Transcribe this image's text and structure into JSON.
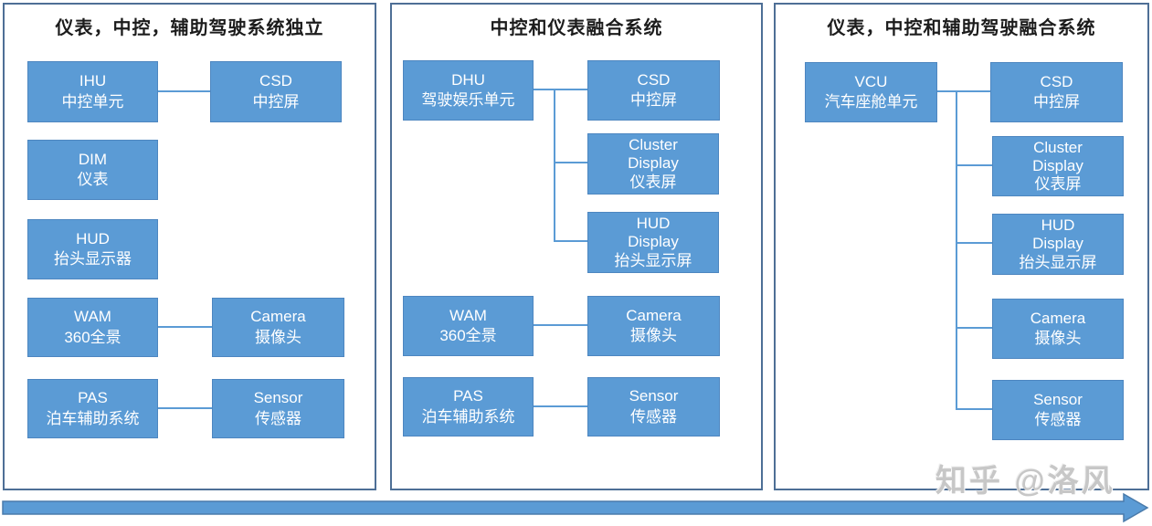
{
  "colors": {
    "box_fill": "#5b9bd5",
    "box_border": "#4d86c0",
    "panel_border": "#4e6f96",
    "connector": "#5b9bd5",
    "arrow_fill": "#5b9bd5",
    "arrow_border": "#4a7bab"
  },
  "watermark": "知乎 @洛风",
  "panels": [
    {
      "title": "仪表，中控，辅助驾驶系统独立",
      "boxes": [
        {
          "id": "ihu",
          "lines": [
            "IHU",
            "中控单元"
          ]
        },
        {
          "id": "csd",
          "lines": [
            "CSD",
            "中控屏"
          ]
        },
        {
          "id": "dim",
          "lines": [
            "DIM",
            "仪表"
          ]
        },
        {
          "id": "hud",
          "lines": [
            "HUD",
            "抬头显示器"
          ]
        },
        {
          "id": "wam",
          "lines": [
            "WAM",
            "360全景"
          ]
        },
        {
          "id": "camera",
          "lines": [
            "Camera",
            "摄像头"
          ]
        },
        {
          "id": "pas",
          "lines": [
            "PAS",
            "泊车辅助系统"
          ]
        },
        {
          "id": "sensor",
          "lines": [
            "Sensor",
            "传感器"
          ]
        }
      ]
    },
    {
      "title": "中控和仪表融合系统",
      "boxes": [
        {
          "id": "dhu",
          "lines": [
            "DHU",
            "驾驶娱乐单元"
          ]
        },
        {
          "id": "csd",
          "lines": [
            "CSD",
            "中控屏"
          ]
        },
        {
          "id": "cluster-display",
          "lines": [
            "Cluster",
            "Display",
            "仪表屏"
          ]
        },
        {
          "id": "hud-display",
          "lines": [
            "HUD",
            "Display",
            "抬头显示屏"
          ]
        },
        {
          "id": "wam",
          "lines": [
            "WAM",
            "360全景"
          ]
        },
        {
          "id": "camera",
          "lines": [
            "Camera",
            "摄像头"
          ]
        },
        {
          "id": "pas",
          "lines": [
            "PAS",
            "泊车辅助系统"
          ]
        },
        {
          "id": "sensor",
          "lines": [
            "Sensor",
            "传感器"
          ]
        }
      ]
    },
    {
      "title": "仪表，中控和辅助驾驶融合系统",
      "boxes": [
        {
          "id": "vcu",
          "lines": [
            "VCU",
            "汽车座舱单元"
          ]
        },
        {
          "id": "csd",
          "lines": [
            "CSD",
            "中控屏"
          ]
        },
        {
          "id": "cluster-display",
          "lines": [
            "Cluster",
            "Display",
            "仪表屏"
          ]
        },
        {
          "id": "hud-display",
          "lines": [
            "HUD",
            "Display",
            "抬头显示屏"
          ]
        },
        {
          "id": "camera",
          "lines": [
            "Camera",
            "摄像头"
          ]
        },
        {
          "id": "sensor",
          "lines": [
            "Sensor",
            "传感器"
          ]
        }
      ]
    }
  ]
}
